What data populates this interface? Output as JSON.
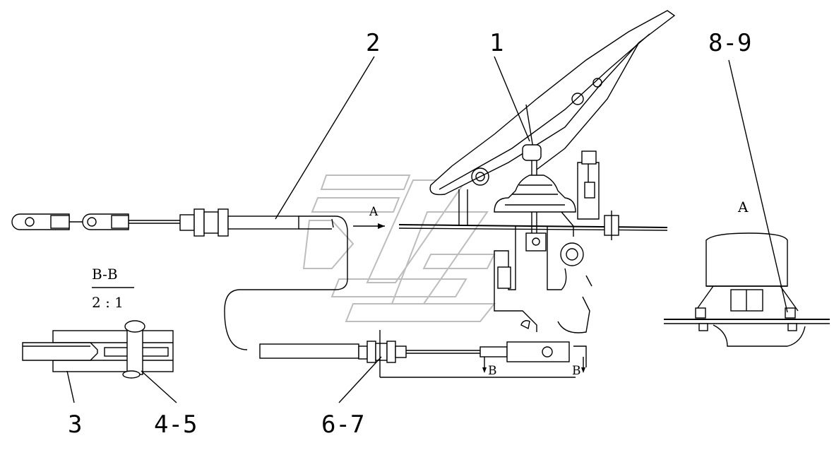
{
  "callouts": {
    "c1": "1",
    "c2": "2",
    "c3": "3",
    "c45": "4-5",
    "c67": "6-7",
    "c89": "8-9"
  },
  "section": {
    "name": "B-B",
    "scale": "2 : 1"
  },
  "view_a_label": "A",
  "arrow_a_label": "A",
  "section_mark_left": "B",
  "section_mark_right": "B"
}
